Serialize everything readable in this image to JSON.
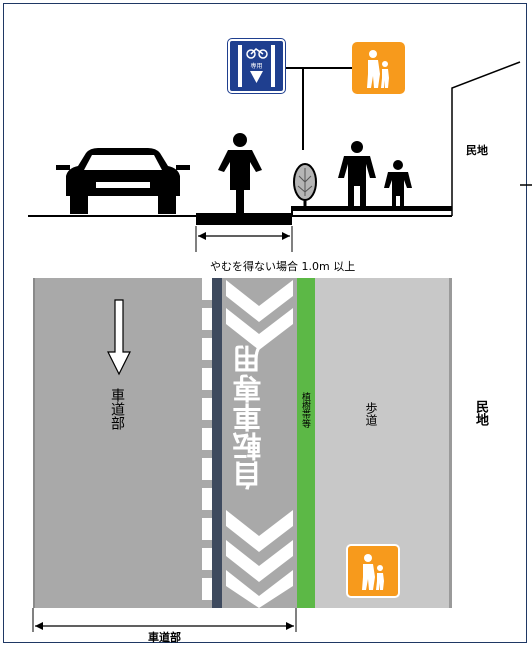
{
  "cross_section": {
    "width_note": "やむを得ない場合 1.0m 以上",
    "private_land_label": "民地"
  },
  "plan_view": {
    "roadway_label": "車道部",
    "bike_lane_text": "自転車専用",
    "planting_strip_label": "植樹帯等",
    "sidewalk_label": "歩道",
    "private_land_label": "民地",
    "roadway_width_label": "車道部"
  },
  "signs": {
    "bicycle_only_sign": "専用",
    "pedestrian_sign": "pedestrian-icon"
  },
  "colors": {
    "roadway": "#a9a9a9",
    "bike_lane": "#a9a9a9",
    "sidewalk": "#c8c8c8",
    "planting_strip": "#5cb846",
    "lane_line": "#3e4a5e",
    "sign_blue": "#1f3f8f",
    "sign_orange": "#f79a1c"
  }
}
